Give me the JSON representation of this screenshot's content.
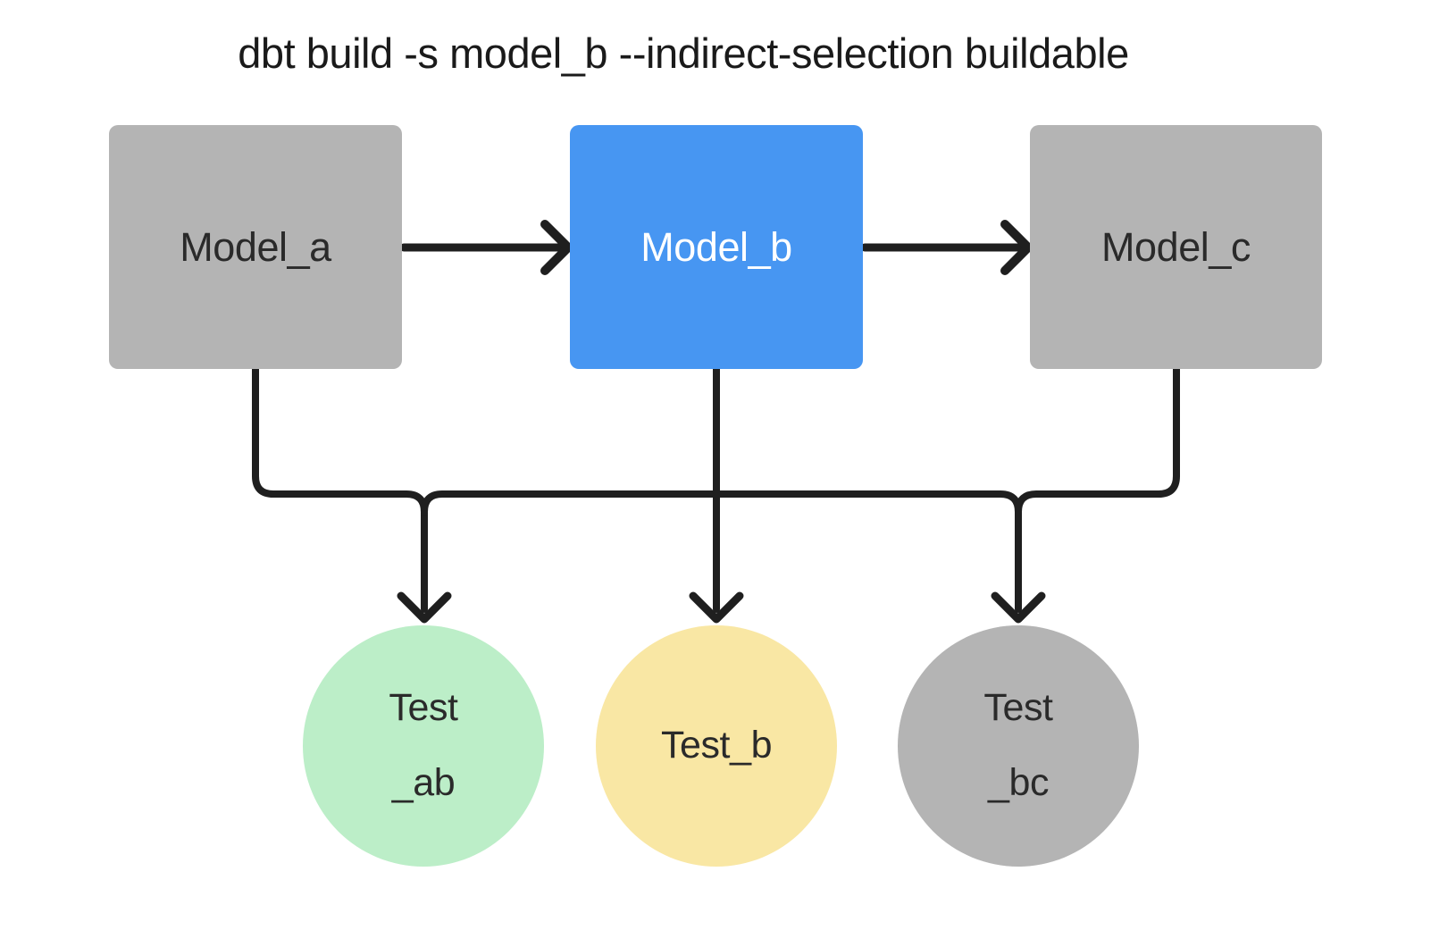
{
  "title": "dbt build -s model_b --indirect-selection buildable",
  "colors": {
    "background": "#ffffff",
    "line": "#1f1f1f",
    "model_gray": "#b4b4b4",
    "model_blue": "#4796f2",
    "test_green": "#bceec8",
    "test_yellow": "#f9e7a4",
    "test_gray": "#b4b4b4",
    "text_dark": "#2a2a2a",
    "text_light": "#ffffff"
  },
  "models": [
    {
      "label": "Model_a",
      "fill": "#b4b4b4",
      "text_color": "#2a2a2a"
    },
    {
      "label": "Model_b",
      "fill": "#4796f2",
      "text_color": "#ffffff"
    },
    {
      "label": "Model_c",
      "fill": "#b4b4b4",
      "text_color": "#2a2a2a"
    }
  ],
  "tests": [
    {
      "lines": [
        "Test",
        "_ab"
      ],
      "fill": "#bceec8",
      "text_color": "#2a2a2a"
    },
    {
      "lines": [
        "Test_b"
      ],
      "fill": "#f9e7a4",
      "text_color": "#2a2a2a"
    },
    {
      "lines": [
        "Test",
        "_bc"
      ],
      "fill": "#b4b4b4",
      "text_color": "#2a2a2a"
    }
  ]
}
